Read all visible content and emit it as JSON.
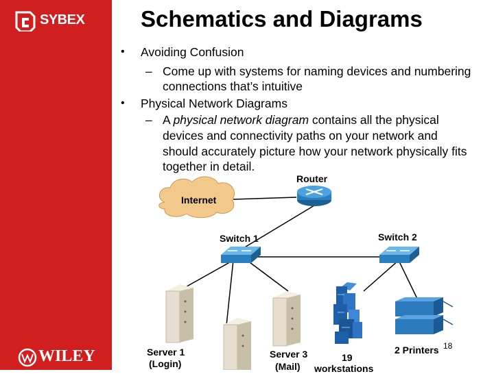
{
  "slide": {
    "title": "Schematics and Diagrams",
    "page_number": "18"
  },
  "branding": {
    "top_logo_text": "SYBEX",
    "bottom_logo_text": "WILEY"
  },
  "bullets": [
    {
      "text": "Avoiding Confusion",
      "sub": "Come up with systems for naming devices and numbering connections that’s intuitive"
    },
    {
      "text": "Physical Network Diagrams",
      "sub_prefix": "A ",
      "sub_italic": "physical network diagram",
      "sub_rest_line1": " contains all the physical",
      "sub_rest_line2": "devices and connectivity paths on your network and",
      "sub_rest_line3": "should accurately picture how your network physically fits",
      "sub_rest_line4": "together in detail."
    }
  ],
  "diagram": {
    "router_label": "Router",
    "internet_label": "Internet",
    "switch1_label": "Switch 1",
    "switch2_label": "Switch 2",
    "server1_label_line1": "Server 1",
    "server1_label_line2": "(Login)",
    "server3_label_line1": "Server 3",
    "server3_label_line2": "(Mail)",
    "workstations_label_line1": "19",
    "workstations_label_line2": "workstations",
    "printers_label": "2 Printers"
  },
  "colors": {
    "sidebar": "#d11f1f",
    "router": "#2a7fc0",
    "switch": "#3a8cd0",
    "cloud": "#f2c98a",
    "server": "#e6dfcf",
    "printer": "#2b7bbd",
    "workstation": "#1f5fa8"
  }
}
